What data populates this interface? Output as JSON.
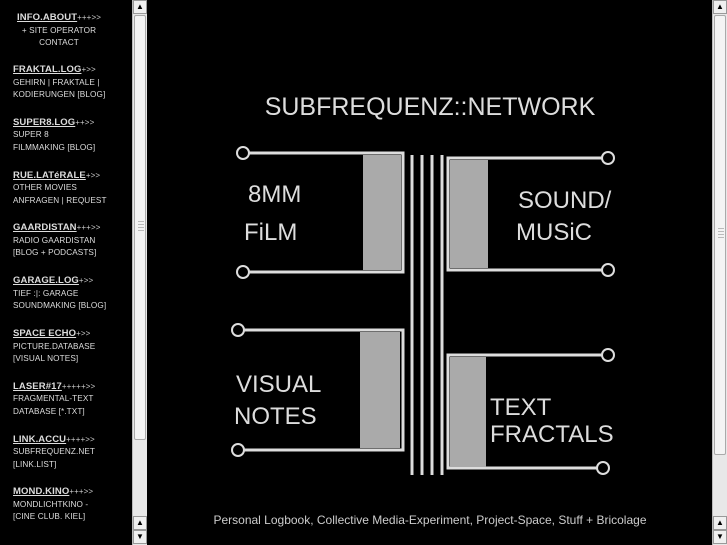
{
  "sidebar": {
    "items": [
      {
        "title": "INFO.ABOUT",
        "suffix": "+++>>",
        "lines": [
          "+ SITE OPERATOR",
          "CONTACT"
        ]
      },
      {
        "title": "FRAKTAL.LOG",
        "suffix": "+>>",
        "lines": [
          "GEHIRN | FRAKTALE |",
          "KODIERUNGEN [BLOG]"
        ]
      },
      {
        "title": "SUPER8.LOG",
        "suffix": "++>>",
        "lines": [
          "SUPER 8",
          "FILMMAKING [BLOG]"
        ]
      },
      {
        "title": "RUE.LATéRALE",
        "suffix": "+>>",
        "lines": [
          "OTHER MOVIES",
          "ANFRAGEN | REQUEST"
        ]
      },
      {
        "title": "GAARDISTAN",
        "suffix": "+++>>",
        "lines": [
          "RADIO GAARDISTAN",
          "[BLOG + PODCASTS]"
        ]
      },
      {
        "title": "GARAGE.LOG",
        "suffix": "+>>",
        "lines": [
          "TIEF :|: GARAGE",
          "SOUNDMAKING [BLOG]"
        ]
      },
      {
        "title": "SPACE ECHO",
        "suffix": "+>>",
        "lines": [
          "PICTURE.DATABASE",
          "[VISUAL NOTES]"
        ]
      },
      {
        "title": "LASER#17",
        "suffix": "+++++>>",
        "lines": [
          "FRAGMENTAL-TEXT",
          "DATABASE [*.TXT]"
        ]
      },
      {
        "title": "LINK.ACCU",
        "suffix": "++++>>",
        "lines": [
          "SUBFREQUENZ.NET",
          "[LINK.LIST]"
        ]
      },
      {
        "title": "MOND.KINO",
        "suffix": "+++>>",
        "lines": [
          "MONDLICHTKINO -",
          "[CINE CLUB. KIEL]"
        ]
      }
    ]
  },
  "logo": {
    "title": "SUBFREQUENZ::NETWORK",
    "quadrants": [
      [
        "8MM",
        "FiLM"
      ],
      [
        "SOUND/",
        "MUSiC"
      ],
      [
        "VISUAL",
        "NOTES"
      ],
      [
        "TEXT",
        "FRACTALS"
      ]
    ]
  },
  "caption": "Personal Logbook, Collective Media-Experiment, Project-Space, Stuff + Bricolage"
}
